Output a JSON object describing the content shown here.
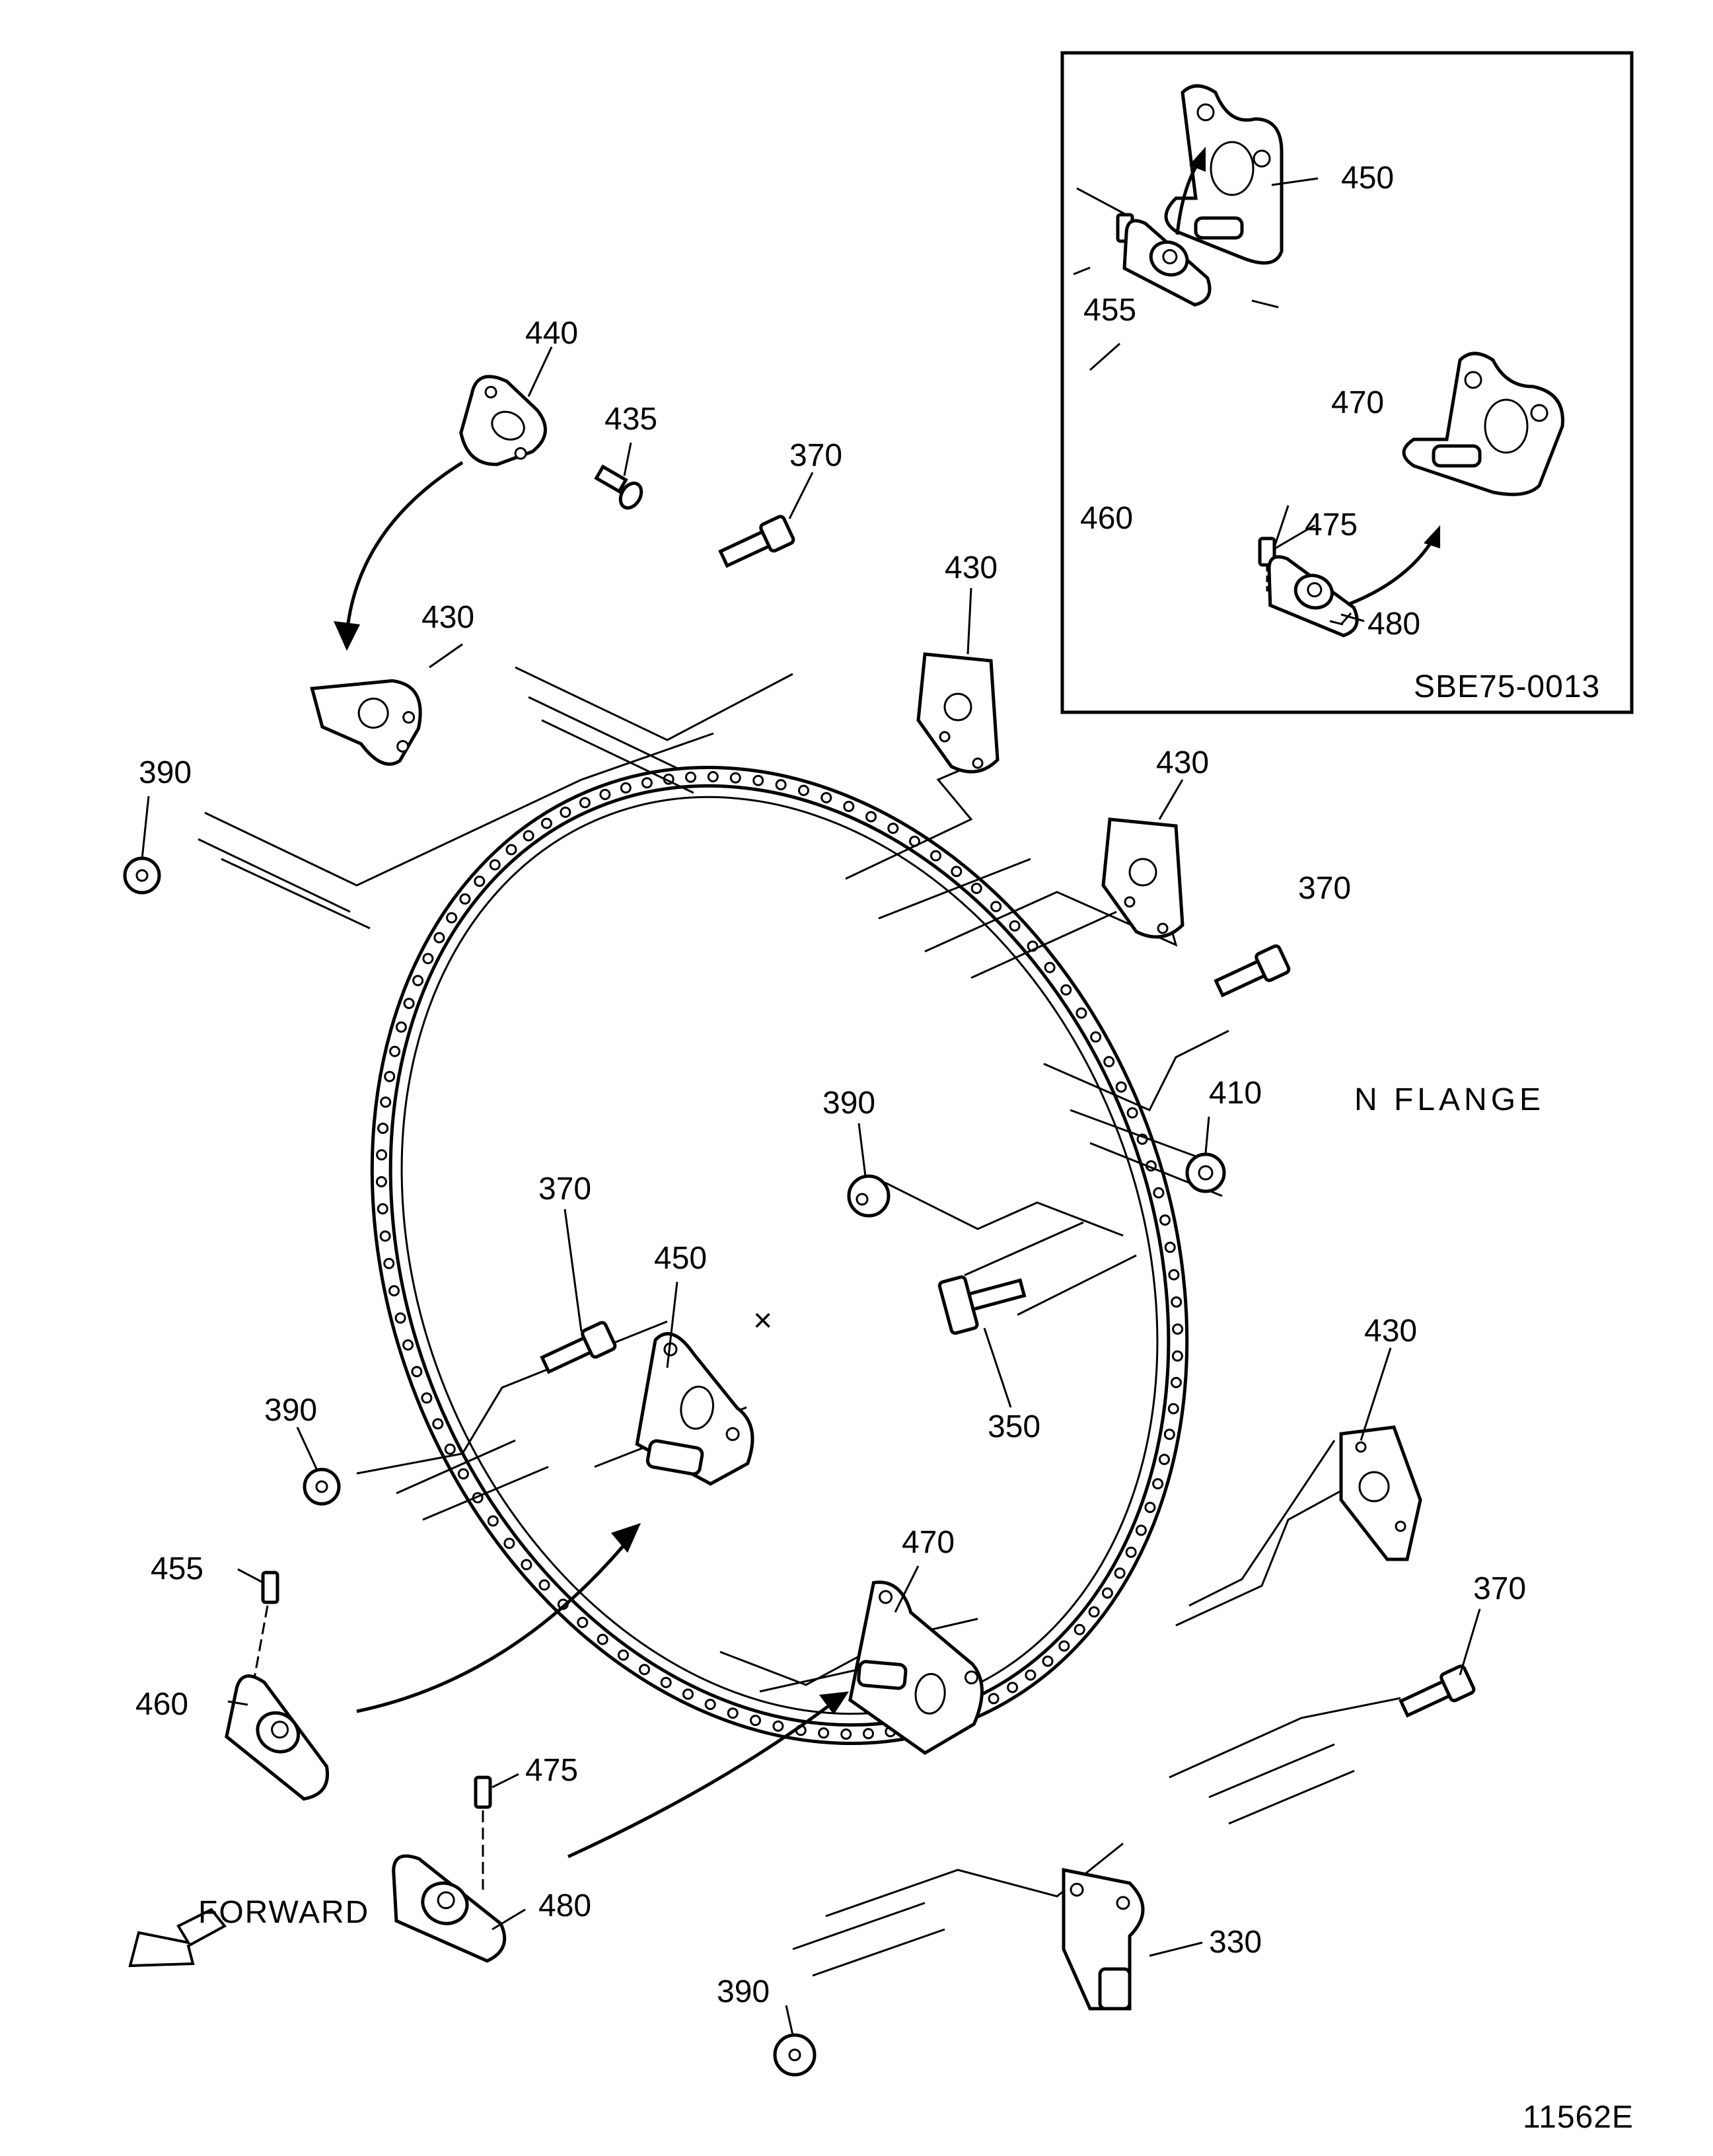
{
  "figure": {
    "title_label": "N FLANGE",
    "direction_label": "FORWARD",
    "figure_number": "11562E",
    "inset_reference": "SBE75-0013"
  },
  "callouts": {
    "c440": "440",
    "c435": "435",
    "c370_top": "370",
    "c430_left": "430",
    "c430_topmid": "430",
    "c430_mid": "430",
    "c430_right": "430",
    "c390_left": "390",
    "c390_mid": "390",
    "c390_lowleft": "390",
    "c390_bottom": "390",
    "c370_mid": "370",
    "c370_center": "370",
    "c370_lowright": "370",
    "c410": "410",
    "c450": "450",
    "c350": "350",
    "c455": "455",
    "c460": "460",
    "c470": "470",
    "c475": "475",
    "c480": "480",
    "c330": "330"
  },
  "inset_callouts": {
    "c450": "450",
    "c455": "455",
    "c460": "460",
    "c470": "470",
    "c475": "475",
    "c480": "480"
  }
}
